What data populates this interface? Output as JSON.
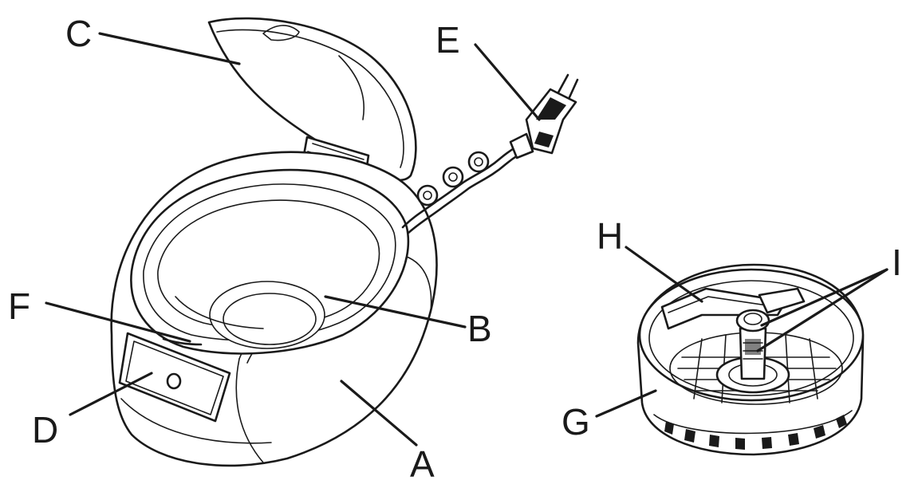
{
  "labels": {
    "a": "A",
    "b": "B",
    "c": "C",
    "d": "D",
    "e": "E",
    "f": "F",
    "g": "G",
    "h": "H",
    "i": "I"
  }
}
